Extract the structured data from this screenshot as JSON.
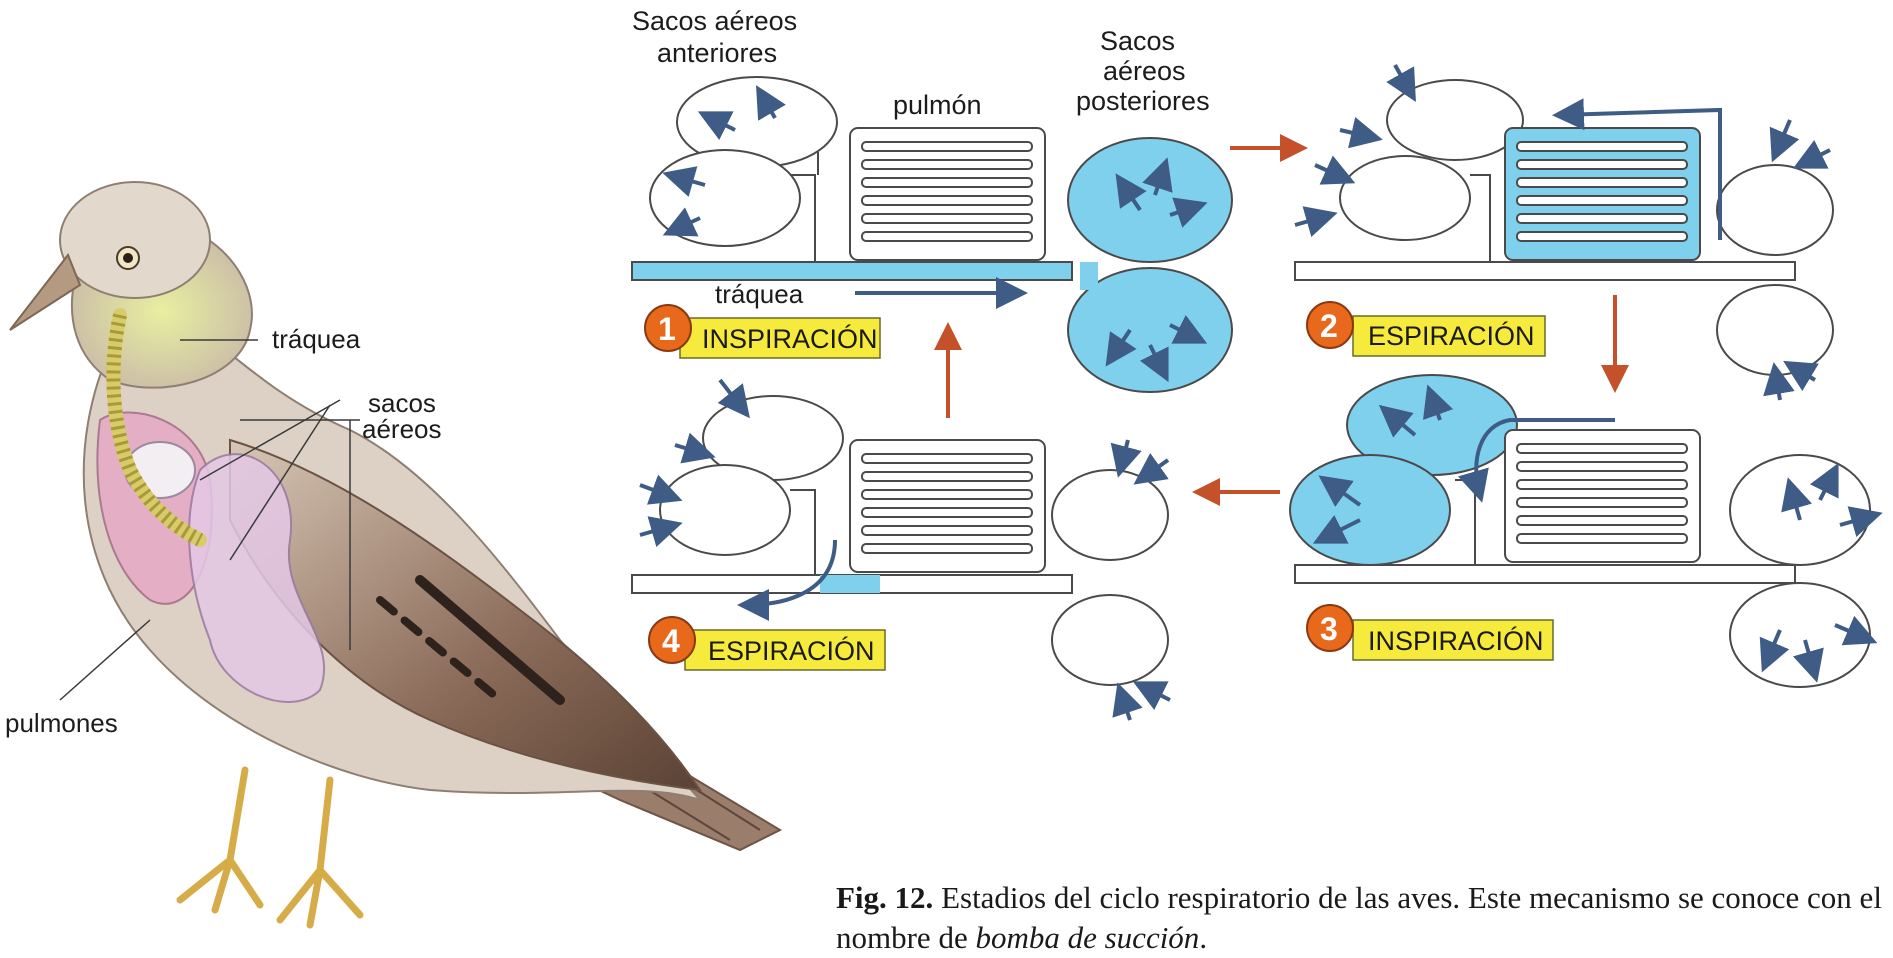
{
  "bird": {
    "labels": {
      "trachea": "tráquea",
      "air_sacs_line1": "sacos",
      "air_sacs_line2": "aéreos",
      "lungs": "pulmones"
    }
  },
  "diagram": {
    "headers": {
      "anterior_line1": "Sacos aéreos",
      "anterior_line2": "anteriores",
      "lung": "pulmón",
      "posterior_line1": "Sacos",
      "posterior_line2": "aéreos",
      "posterior_line3": "posteriores",
      "trachea": "tráquea"
    },
    "stages": [
      {
        "number": "1",
        "title": "INSPIRACIÓN"
      },
      {
        "number": "2",
        "title": "ESPIRACIÓN"
      },
      {
        "number": "3",
        "title": "INSPIRACIÓN"
      },
      {
        "number": "4",
        "title": "ESPIRACIÓN"
      }
    ],
    "colors": {
      "air_fill": "#7fd0ec",
      "arrow_air": "#3e5c86",
      "arrow_cycle": "#c4512a",
      "badge": "#e8691c",
      "label_box": "#f6ea3c",
      "outline": "#4a4a4a"
    }
  },
  "caption": {
    "fig_label": "Fig. 12.",
    "text_before": " Estadios del ciclo respiratorio de las aves. Este mecanismo se conoce con el nombre de ",
    "italic_term": "bomba de succión",
    "text_after": "."
  }
}
